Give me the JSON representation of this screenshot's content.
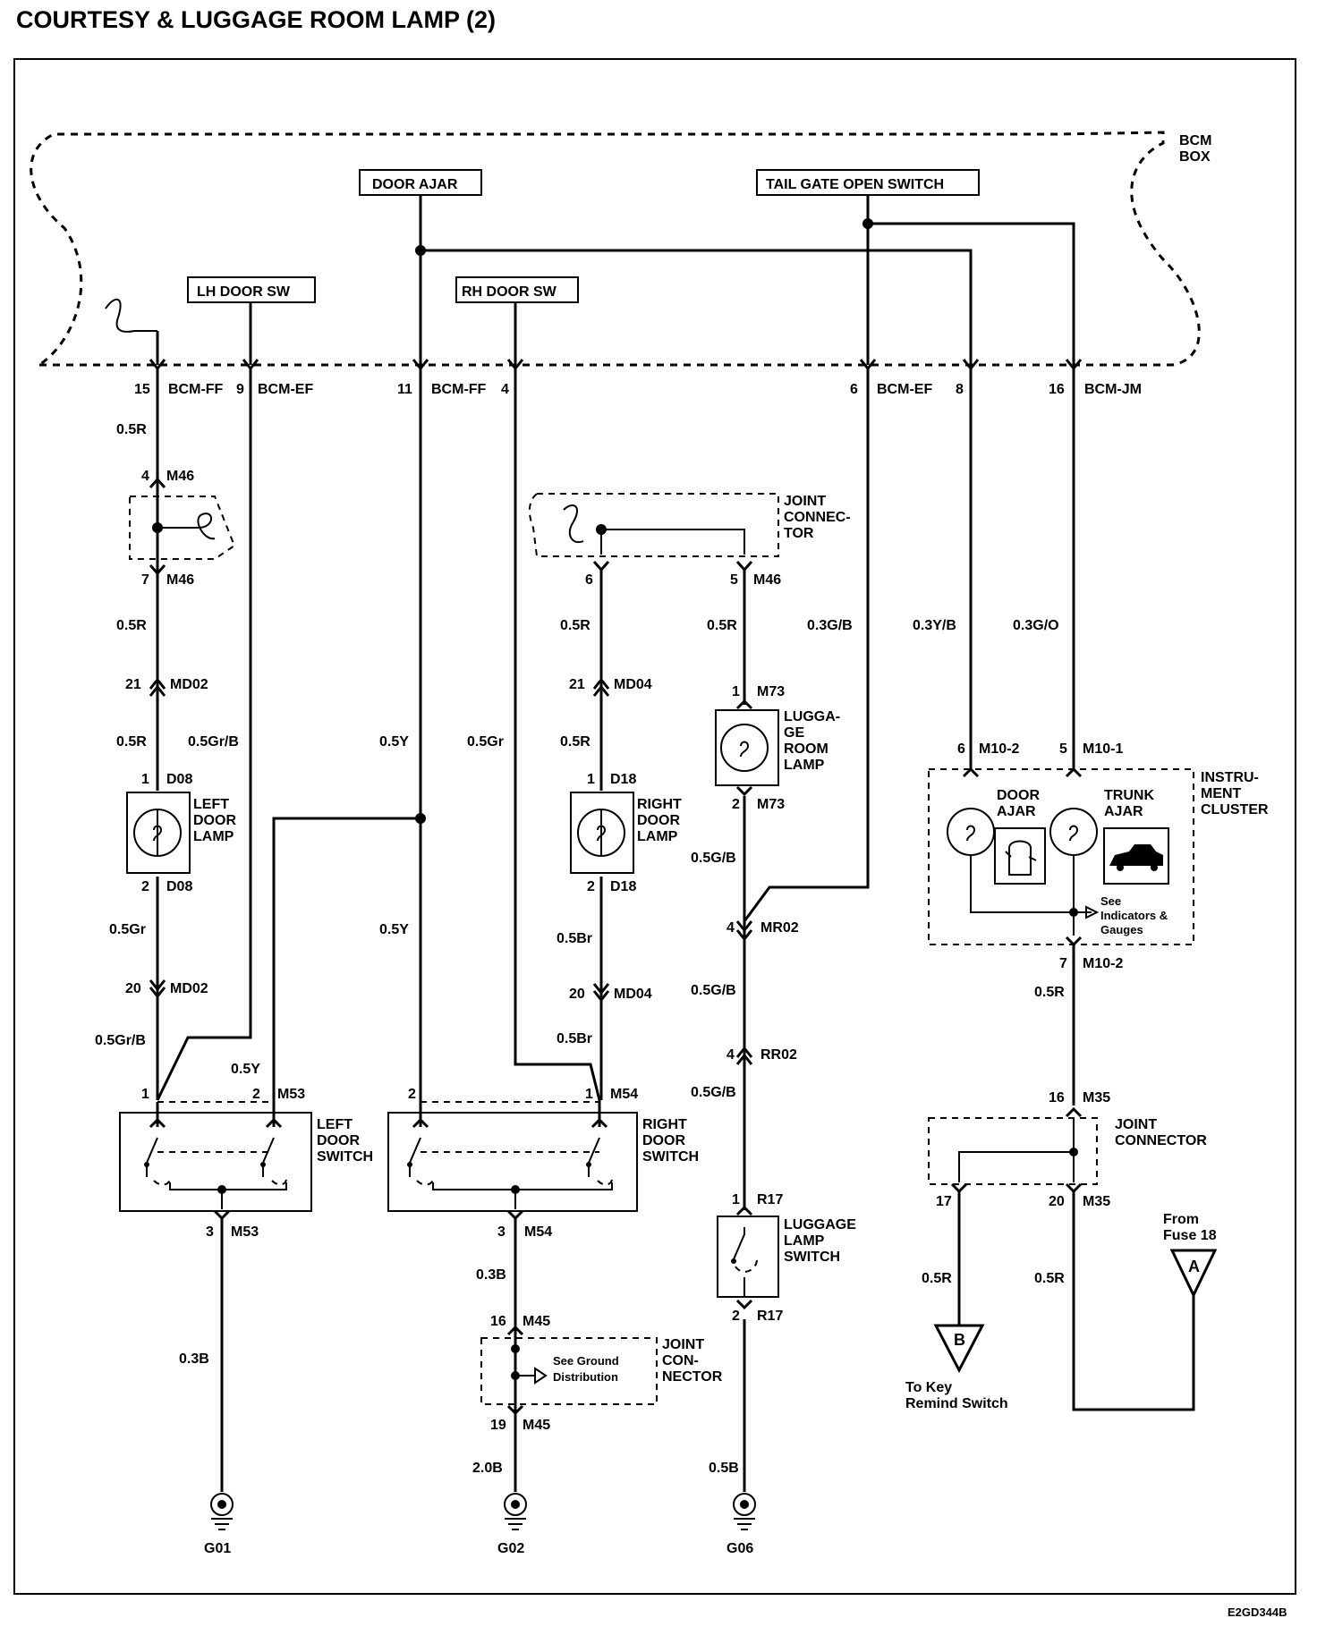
{
  "title": "COURTESY & LUGGAGE ROOM LAMP (2)",
  "figure_code": "E2GD344B",
  "bcm": {
    "box_label": [
      "BCM",
      "BOX"
    ],
    "signals": {
      "door_ajar": "DOOR AJAR",
      "tail_gate": "TAIL GATE OPEN SWITCH",
      "lh_door_sw": "LH DOOR SW",
      "rh_door_sw": "RH DOOR SW"
    },
    "pins": {
      "p15": "15",
      "p9": "9",
      "p11": "11",
      "p4": "4",
      "p6": "6",
      "p8": "8",
      "p16": "16",
      "c_ff": "BCM-FF",
      "c_ef": "BCM-EF",
      "c_jm": "BCM-JM"
    }
  },
  "wires": {
    "w05R": "0.5R",
    "w05GrB": "0.5Gr/B",
    "w05Y": "0.5Y",
    "w05Gr": "0.5Gr",
    "w03GB": "0.3G/B",
    "w03YB": "0.3Y/B",
    "w03GO": "0.3G/O",
    "w05GB": "0.5G/B",
    "w05Br": "0.5Br",
    "w03B": "0.3B",
    "w20B": "2.0B",
    "w05B": "0.5B"
  },
  "connectors": {
    "M46": "M46",
    "MD02": "MD02",
    "MD04": "MD04",
    "D08": "D08",
    "D18": "D18",
    "M73": "M73",
    "MR02": "MR02",
    "RR02": "RR02",
    "M53": "M53",
    "M54": "M54",
    "M45": "M45",
    "R17": "R17",
    "M10_2": "M10-2",
    "M10_1": "M10-1",
    "M35": "M35"
  },
  "pin_numbers": {
    "n1": "1",
    "n2": "2",
    "n3": "3",
    "n4": "4",
    "n5": "5",
    "n6": "6",
    "n7": "7",
    "n16": "16",
    "n17": "17",
    "n19": "19",
    "n20": "20",
    "n21": "21"
  },
  "components": {
    "joint_connector_top": [
      "JOINT",
      "CONNEC-",
      "TOR"
    ],
    "luggage_room_lamp": [
      "LUGGA-",
      "GE",
      "ROOM",
      "LAMP"
    ],
    "left_door_lamp": [
      "LEFT",
      "DOOR",
      "LAMP"
    ],
    "right_door_lamp": [
      "RIGHT",
      "DOOR",
      "LAMP"
    ],
    "left_door_switch": [
      "LEFT",
      "DOOR",
      "SWITCH"
    ],
    "right_door_switch": [
      "RIGHT",
      "DOOR",
      "SWITCH"
    ],
    "luggage_lamp_switch": [
      "LUGGAGE",
      "LAMP",
      "SWITCH"
    ],
    "instrument_cluster": [
      "INSTRU-",
      "MENT",
      "CLUSTER"
    ],
    "door_ajar_ind": [
      "DOOR",
      "AJAR"
    ],
    "trunk_ajar_ind": [
      "TRUNK",
      "AJAR"
    ],
    "see_indicators": [
      "See",
      "Indicators &",
      "Gauges"
    ],
    "joint_connector_m35": [
      "JOINT",
      "CONNECTOR"
    ],
    "joint_connector_m45": [
      "JOINT",
      "CON-",
      "NECTOR"
    ],
    "see_ground": [
      "See Ground",
      "Distribution"
    ],
    "from_fuse": [
      "From",
      "Fuse 18"
    ],
    "fuse_ref": "A",
    "key_remind_ref": "B",
    "to_key_remind": [
      "To Key",
      "Remind Switch"
    ]
  },
  "grounds": {
    "g01": "G01",
    "g02": "G02",
    "g06": "G06"
  }
}
